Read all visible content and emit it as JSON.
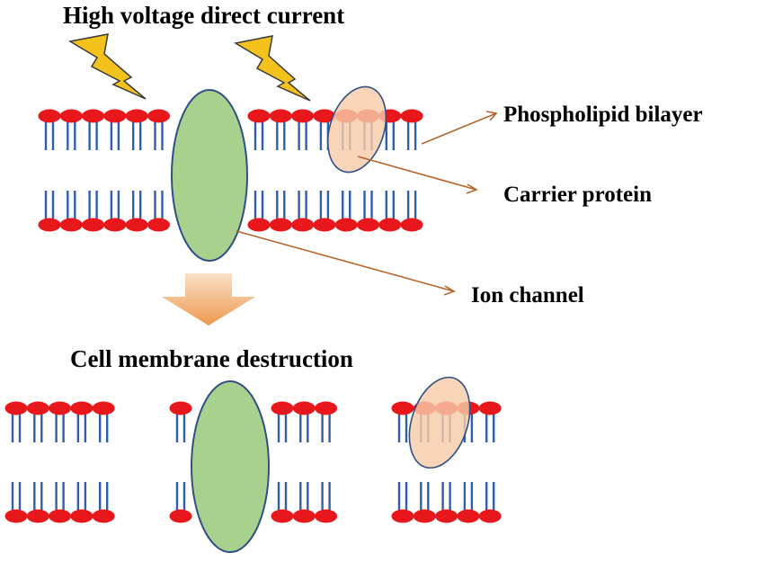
{
  "labels": {
    "top_title": "High voltage direct current",
    "bottom_title": "Cell membrane destruction",
    "phospholipid": "Phospholipid bilayer",
    "carrier": "Carrier protein",
    "ion_channel": "Ion  channel"
  },
  "icons": {
    "bolt": "lightning-bolt-icon",
    "arrow": "down-arrow-icon"
  },
  "colors": {
    "head": "#e8171b",
    "tail": "#2e5fad",
    "channel_fill": "#a9d18e",
    "channel_stroke": "#2f4f86",
    "carrier_fill": "#f7caa8",
    "carrier_stroke": "#2f4f86",
    "pointer": "#b5652b",
    "bolt_fill": "#f4c21c",
    "bolt_stroke": "#3a3a3a",
    "arrow_top": "#fbe0c8",
    "arrow_bottom": "#ec9a4e"
  }
}
